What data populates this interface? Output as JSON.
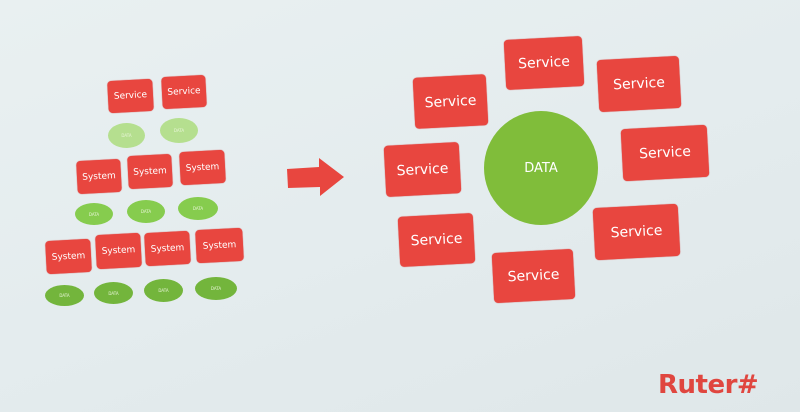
{
  "left": {
    "row1": [
      "Service",
      "Service"
    ],
    "data1": [
      "DATA",
      "DATA"
    ],
    "row2": [
      "System",
      "System",
      "System"
    ],
    "data2": [
      "DATA",
      "DATA",
      "DATA"
    ],
    "row3": [
      "System",
      "System",
      "System",
      "System"
    ],
    "data3": [
      "DATA",
      "DATA",
      "DATA",
      "DATA"
    ]
  },
  "right": {
    "center": "DATA",
    "services": [
      "Service",
      "Service",
      "Service",
      "Service",
      "Service",
      "Service",
      "Service",
      "Service"
    ]
  },
  "logo": "Ruter#",
  "colors": {
    "red": "#e8463f",
    "green": "#80bd3a",
    "background": "#e6eef0"
  }
}
